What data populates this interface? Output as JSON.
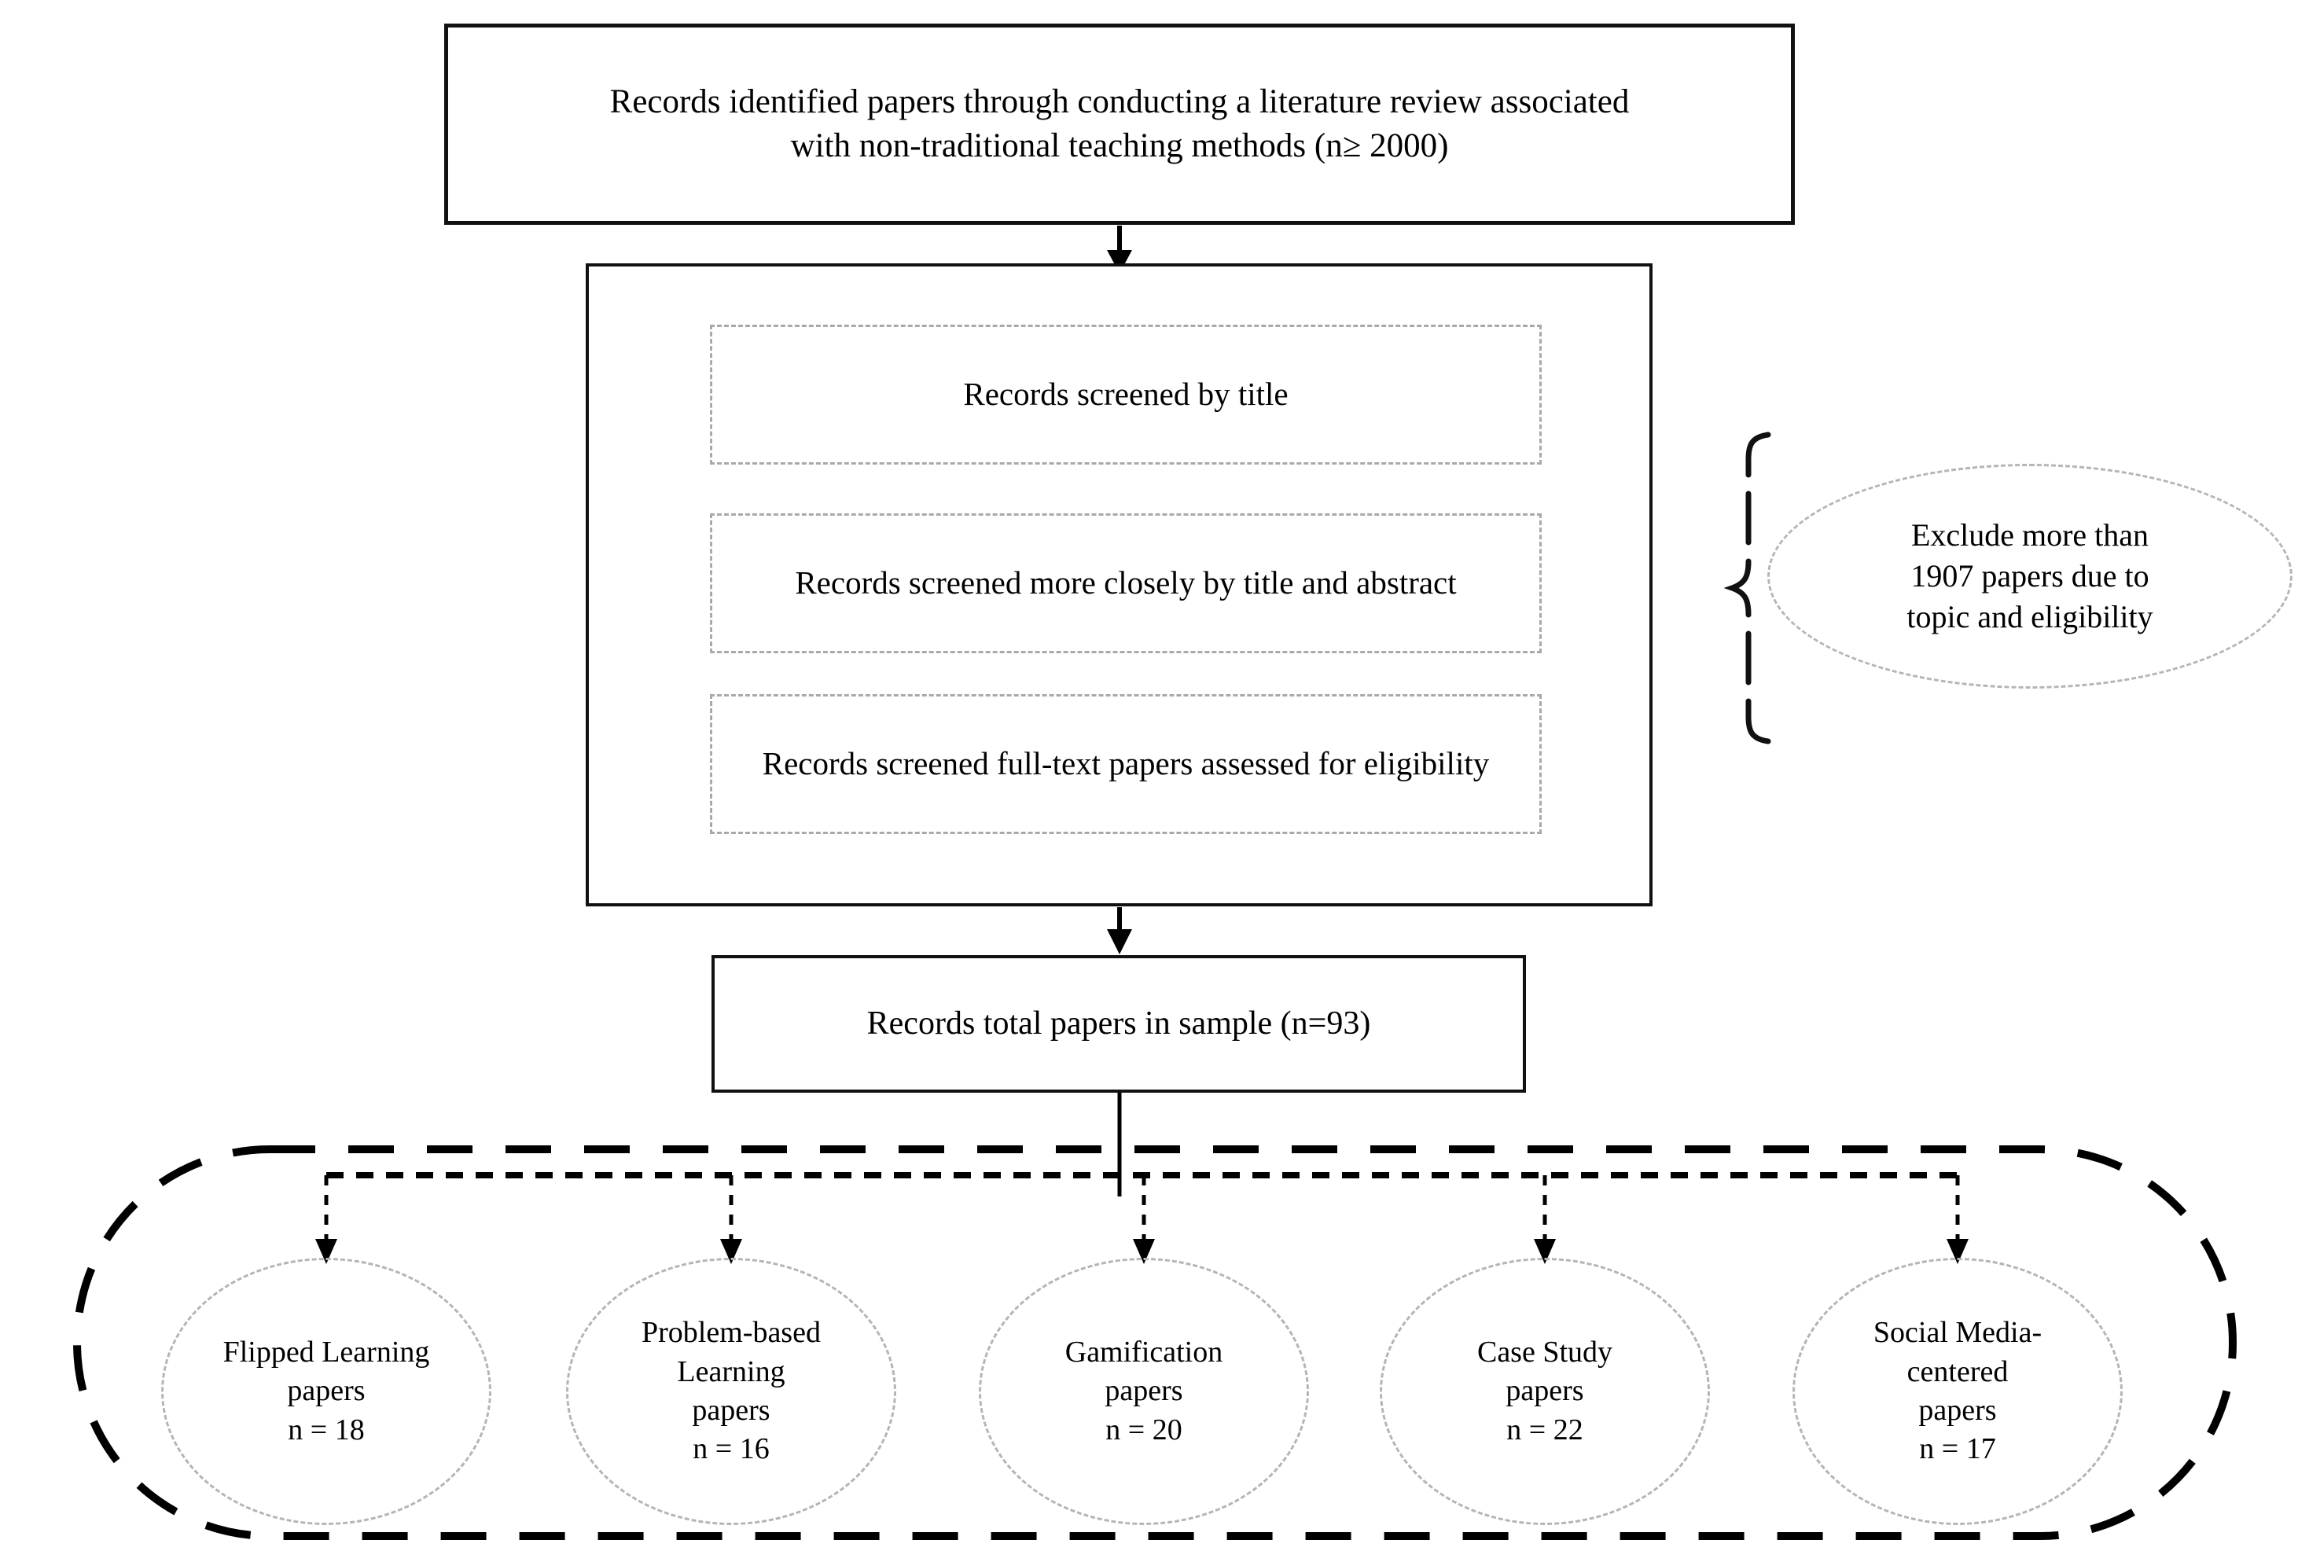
{
  "diagram": {
    "title": "PRISMA-style literature review selection flowchart",
    "identification": {
      "label": "Records identified papers through conducting a literature review associated with non-traditional teaching methods (n≥ 2000)",
      "line1": "Records identified papers through conducting a literature review associated",
      "line2": "with non-traditional teaching methods (n≥ 2000)"
    },
    "screening": {
      "steps": [
        {
          "label": "Records screened by title"
        },
        {
          "label": "Records screened more closely by title and abstract"
        },
        {
          "label": "Records screened full-text papers assessed for eligibility"
        }
      ]
    },
    "exclusion": {
      "label": "Exclude more than 1907 papers due to topic and eligibility",
      "line1": "Exclude more than",
      "line2": "1907 papers due to",
      "line3": "topic and eligibility"
    },
    "included": {
      "label": "Records total papers in sample (n=93)",
      "total": 93
    },
    "categories": [
      {
        "name": "Flipped Learning",
        "line1": "Flipped Learning",
        "line2": "papers",
        "count_label": "n = 18",
        "count": 18
      },
      {
        "name": "Problem-based Learning",
        "line1": "Problem-based",
        "line2": "Learning",
        "line3": "papers",
        "count_label": "n = 16",
        "count": 16
      },
      {
        "name": "Gamification",
        "line1": "Gamification",
        "line2": "papers",
        "count_label": "n = 20",
        "count": 20
      },
      {
        "name": "Case Study",
        "line1": "Case Study",
        "line2": "papers",
        "count_label": "n = 22",
        "count": 22
      },
      {
        "name": "Social Media-centered",
        "line1": "Social Media-",
        "line2": "centered",
        "line3": "papers",
        "count_label": "n = 17",
        "count": 17
      }
    ],
    "colors": {
      "solid_stroke": "#111111",
      "dashed_gray": "#a9a9a9",
      "circle_gray": "#b5b5b5",
      "arrow": "#000000",
      "background": "#ffffff"
    }
  }
}
